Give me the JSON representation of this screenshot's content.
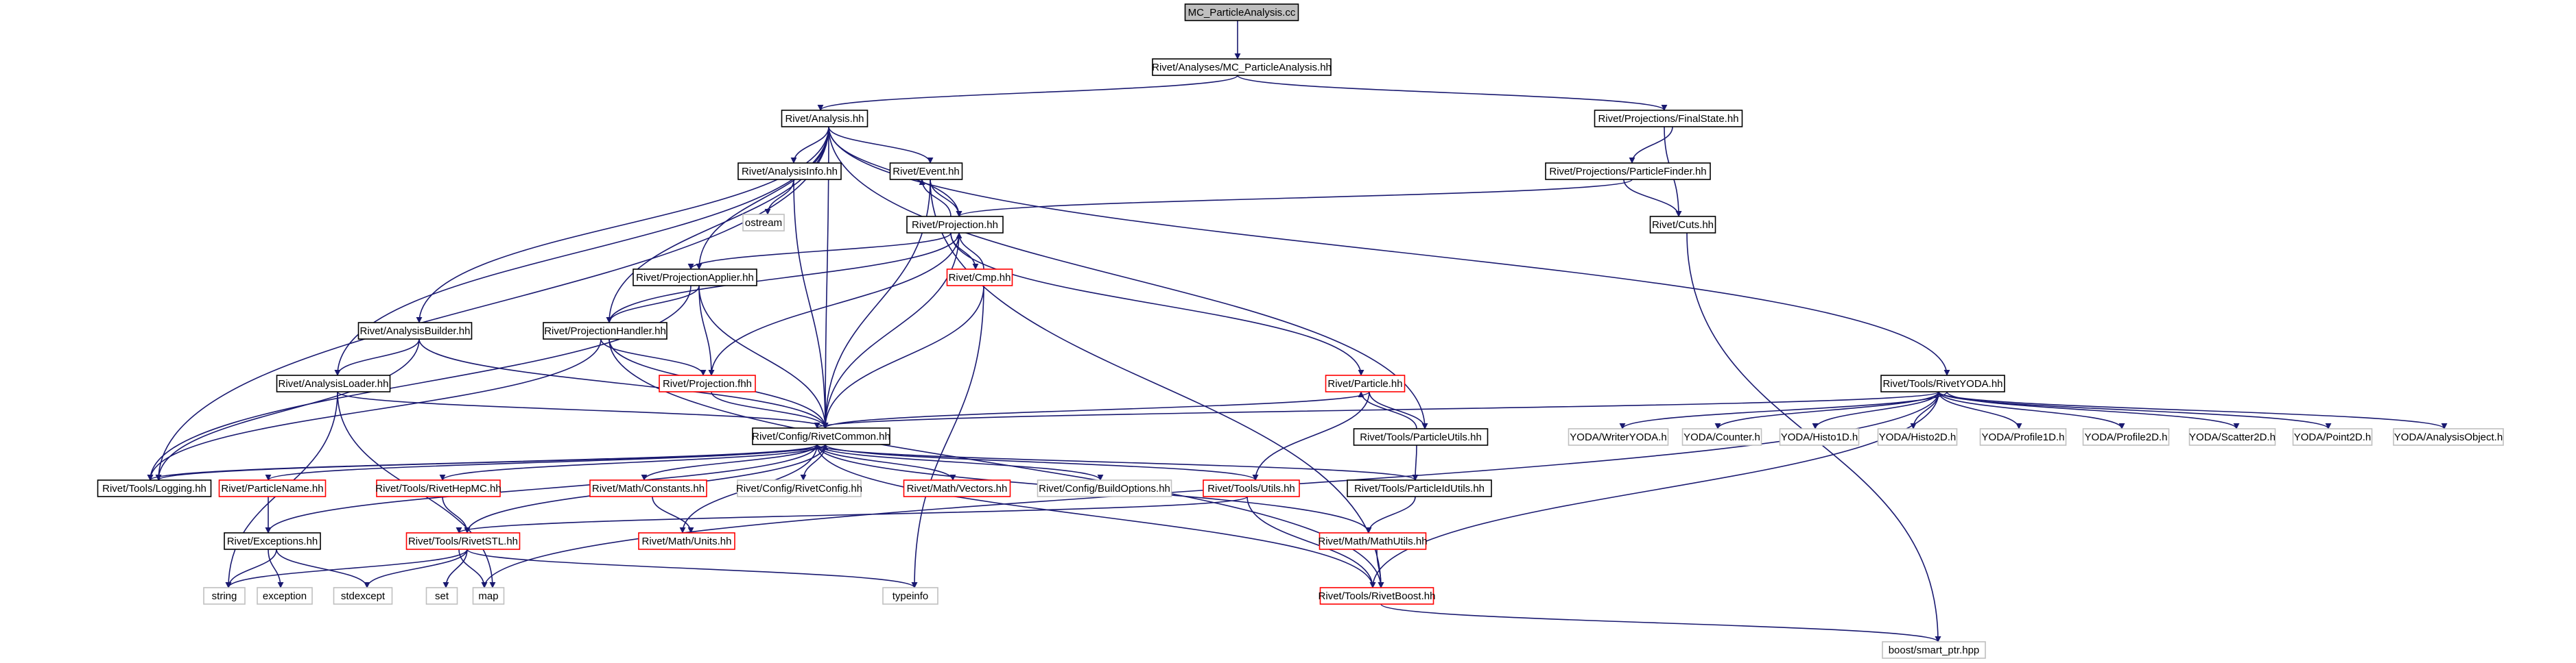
{
  "colors": {
    "edge": "#191970",
    "node_border_black": "#000000",
    "node_border_red": "#ff0000",
    "node_border_grey": "#bfbfbf",
    "root_fill": "#bfbfbf",
    "node_fill": "#ffffff"
  },
  "nodes": [
    {
      "id": "root",
      "label": "MC_ParticleAnalysis.cc",
      "style": "root"
    },
    {
      "id": "mcpa",
      "label": "Rivet/Analyses/MC_ParticleAnalysis.hh",
      "style": "black"
    },
    {
      "id": "analysis",
      "label": "Rivet/Analysis.hh",
      "style": "black"
    },
    {
      "id": "finalstate",
      "label": "Rivet/Projections/FinalState.hh",
      "style": "black"
    },
    {
      "id": "analysisinfo",
      "label": "Rivet/AnalysisInfo.hh",
      "style": "black"
    },
    {
      "id": "event",
      "label": "Rivet/Event.hh",
      "style": "black"
    },
    {
      "id": "particlefinder",
      "label": "Rivet/Projections/ParticleFinder.hh",
      "style": "black"
    },
    {
      "id": "ostream",
      "label": "ostream",
      "style": "grey"
    },
    {
      "id": "projection",
      "label": "Rivet/Projection.hh",
      "style": "black"
    },
    {
      "id": "cuts",
      "label": "Rivet/Cuts.hh",
      "style": "black"
    },
    {
      "id": "projapplier",
      "label": "Rivet/ProjectionApplier.hh",
      "style": "black"
    },
    {
      "id": "cmp",
      "label": "Rivet/Cmp.hh",
      "style": "red"
    },
    {
      "id": "analysisbuilder",
      "label": "Rivet/AnalysisBuilder.hh",
      "style": "black"
    },
    {
      "id": "projhandler",
      "label": "Rivet/ProjectionHandler.hh",
      "style": "black"
    },
    {
      "id": "analysisloader",
      "label": "Rivet/AnalysisLoader.hh",
      "style": "black"
    },
    {
      "id": "projfhh",
      "label": "Rivet/Projection.fhh",
      "style": "red"
    },
    {
      "id": "particle",
      "label": "Rivet/Particle.hh",
      "style": "red"
    },
    {
      "id": "rivetyoda",
      "label": "Rivet/Tools/RivetYODA.hh",
      "style": "black"
    },
    {
      "id": "rivetcommon",
      "label": "Rivet/Config/RivetCommon.hh",
      "style": "black"
    },
    {
      "id": "particleutils",
      "label": "Rivet/Tools/ParticleUtils.hh",
      "style": "black"
    },
    {
      "id": "writeryoda",
      "label": "YODA/WriterYODA.h",
      "style": "grey"
    },
    {
      "id": "counter",
      "label": "YODA/Counter.h",
      "style": "grey"
    },
    {
      "id": "histo1d",
      "label": "YODA/Histo1D.h",
      "style": "grey"
    },
    {
      "id": "histo2d",
      "label": "YODA/Histo2D.h",
      "style": "grey"
    },
    {
      "id": "profile1d",
      "label": "YODA/Profile1D.h",
      "style": "grey"
    },
    {
      "id": "profile2d",
      "label": "YODA/Profile2D.h",
      "style": "grey"
    },
    {
      "id": "scatter2d",
      "label": "YODA/Scatter2D.h",
      "style": "grey"
    },
    {
      "id": "point2d",
      "label": "YODA/Point2D.h",
      "style": "grey"
    },
    {
      "id": "analysisobject",
      "label": "YODA/AnalysisObject.h",
      "style": "grey"
    },
    {
      "id": "logging",
      "label": "Rivet/Tools/Logging.hh",
      "style": "black"
    },
    {
      "id": "particlename",
      "label": "Rivet/ParticleName.hh",
      "style": "red"
    },
    {
      "id": "rivethepmc",
      "label": "Rivet/Tools/RivetHepMC.hh",
      "style": "red"
    },
    {
      "id": "mathconstants",
      "label": "Rivet/Math/Constants.hh",
      "style": "red"
    },
    {
      "id": "rivetconfig",
      "label": "Rivet/Config/RivetConfig.hh",
      "style": "grey"
    },
    {
      "id": "mathvectors",
      "label": "Rivet/Math/Vectors.hh",
      "style": "red"
    },
    {
      "id": "buildoptions",
      "label": "Rivet/Config/BuildOptions.hh",
      "style": "grey"
    },
    {
      "id": "toolsutils",
      "label": "Rivet/Tools/Utils.hh",
      "style": "red"
    },
    {
      "id": "particleidutils",
      "label": "Rivet/Tools/ParticleIdUtils.hh",
      "style": "black"
    },
    {
      "id": "exceptions",
      "label": "Rivet/Exceptions.hh",
      "style": "black"
    },
    {
      "id": "mathunits",
      "label": "Rivet/Math/Units.hh",
      "style": "red"
    },
    {
      "id": "mathutils",
      "label": "Rivet/Math/MathUtils.hh",
      "style": "red"
    },
    {
      "id": "rivetstl",
      "label": "Rivet/Tools/RivetSTL.hh",
      "style": "red"
    },
    {
      "id": "string",
      "label": "string",
      "style": "grey"
    },
    {
      "id": "exception",
      "label": "exception",
      "style": "grey"
    },
    {
      "id": "stdexcept",
      "label": "stdexcept",
      "style": "grey"
    },
    {
      "id": "set",
      "label": "set",
      "style": "grey"
    },
    {
      "id": "map",
      "label": "map",
      "style": "grey"
    },
    {
      "id": "typeinfo",
      "label": "typeinfo",
      "style": "grey"
    },
    {
      "id": "rivetboost",
      "label": "Rivet/Tools/RivetBoost.hh",
      "style": "red"
    },
    {
      "id": "smartptr",
      "label": "boost/smart_ptr.hpp",
      "style": "grey"
    }
  ],
  "edges": [
    [
      "root",
      "mcpa"
    ],
    [
      "mcpa",
      "analysis"
    ],
    [
      "mcpa",
      "finalstate"
    ],
    [
      "analysis",
      "analysisinfo"
    ],
    [
      "analysis",
      "event"
    ],
    [
      "analysis",
      "projection"
    ],
    [
      "analysis",
      "projapplier"
    ],
    [
      "analysis",
      "analysisbuilder"
    ],
    [
      "analysis",
      "projhandler"
    ],
    [
      "analysis",
      "analysisloader"
    ],
    [
      "analysis",
      "rivetcommon"
    ],
    [
      "analysis",
      "logging"
    ],
    [
      "analysis",
      "rivetyoda"
    ],
    [
      "analysis",
      "particleutils"
    ],
    [
      "finalstate",
      "particlefinder"
    ],
    [
      "finalstate",
      "cuts"
    ],
    [
      "particlefinder",
      "projection"
    ],
    [
      "particlefinder",
      "cuts"
    ],
    [
      "analysisinfo",
      "ostream"
    ],
    [
      "analysisinfo",
      "rivetcommon"
    ],
    [
      "event",
      "projection"
    ],
    [
      "event",
      "rivetcommon"
    ],
    [
      "event",
      "rivetboost"
    ],
    [
      "projection",
      "event"
    ],
    [
      "projection",
      "cmp"
    ],
    [
      "projection",
      "projapplier"
    ],
    [
      "projection",
      "projhandler"
    ],
    [
      "projection",
      "projfhh"
    ],
    [
      "projection",
      "rivetcommon"
    ],
    [
      "projection",
      "particle"
    ],
    [
      "cmp",
      "projection"
    ],
    [
      "cmp",
      "rivetcommon"
    ],
    [
      "cmp",
      "typeinfo"
    ],
    [
      "projapplier",
      "projhandler"
    ],
    [
      "projapplier",
      "projfhh"
    ],
    [
      "projapplier",
      "rivetcommon"
    ],
    [
      "projapplier",
      "logging"
    ],
    [
      "analysisbuilder",
      "analysisloader"
    ],
    [
      "analysisbuilder",
      "rivetcommon"
    ],
    [
      "analysisbuilder",
      "logging"
    ],
    [
      "projhandler",
      "projfhh"
    ],
    [
      "projhandler",
      "rivetcommon"
    ],
    [
      "projhandler",
      "logging"
    ],
    [
      "projhandler",
      "rivetboost"
    ],
    [
      "analysisloader",
      "rivetcommon"
    ],
    [
      "analysisloader",
      "string"
    ],
    [
      "analysisloader",
      "map"
    ],
    [
      "projfhh",
      "rivetcommon"
    ],
    [
      "particle",
      "rivetcommon"
    ],
    [
      "particle",
      "particleutils"
    ],
    [
      "particle",
      "toolsutils"
    ],
    [
      "particleutils",
      "particle"
    ],
    [
      "particleutils",
      "particleidutils"
    ],
    [
      "cuts",
      "smartptr"
    ],
    [
      "rivetyoda",
      "rivetcommon"
    ],
    [
      "rivetyoda",
      "writeryoda"
    ],
    [
      "rivetyoda",
      "counter"
    ],
    [
      "rivetyoda",
      "histo1d"
    ],
    [
      "rivetyoda",
      "histo2d"
    ],
    [
      "rivetyoda",
      "profile1d"
    ],
    [
      "rivetyoda",
      "profile2d"
    ],
    [
      "rivetyoda",
      "scatter2d"
    ],
    [
      "rivetyoda",
      "point2d"
    ],
    [
      "rivetyoda",
      "analysisobject"
    ],
    [
      "rivetyoda",
      "map"
    ],
    [
      "rivetyoda",
      "rivetboost"
    ],
    [
      "rivetcommon",
      "logging"
    ],
    [
      "rivetcommon",
      "particlename"
    ],
    [
      "rivetcommon",
      "rivethepmc"
    ],
    [
      "rivetcommon",
      "mathconstants"
    ],
    [
      "rivetcommon",
      "rivetconfig"
    ],
    [
      "rivetcommon",
      "mathvectors"
    ],
    [
      "rivetcommon",
      "buildoptions"
    ],
    [
      "rivetcommon",
      "toolsutils"
    ],
    [
      "rivetcommon",
      "particleidutils"
    ],
    [
      "rivetcommon",
      "exceptions"
    ],
    [
      "rivetcommon",
      "mathunits"
    ],
    [
      "rivetcommon",
      "mathutils"
    ],
    [
      "rivetcommon",
      "rivetstl"
    ],
    [
      "rivetcommon",
      "rivetboost"
    ],
    [
      "logging",
      "rivetcommon"
    ],
    [
      "particlename",
      "exceptions"
    ],
    [
      "rivethepmc",
      "rivetstl"
    ],
    [
      "mathconstants",
      "mathunits"
    ],
    [
      "toolsutils",
      "rivetstl"
    ],
    [
      "toolsutils",
      "rivetboost"
    ],
    [
      "particleidutils",
      "mathutils"
    ],
    [
      "exceptions",
      "string"
    ],
    [
      "exceptions",
      "exception"
    ],
    [
      "exceptions",
      "stdexcept"
    ],
    [
      "mathutils",
      "rivetboost"
    ],
    [
      "rivetstl",
      "string"
    ],
    [
      "rivetstl",
      "stdexcept"
    ],
    [
      "rivetstl",
      "set"
    ],
    [
      "rivetstl",
      "map"
    ],
    [
      "rivetstl",
      "typeinfo"
    ],
    [
      "rivetboost",
      "smartptr"
    ]
  ]
}
